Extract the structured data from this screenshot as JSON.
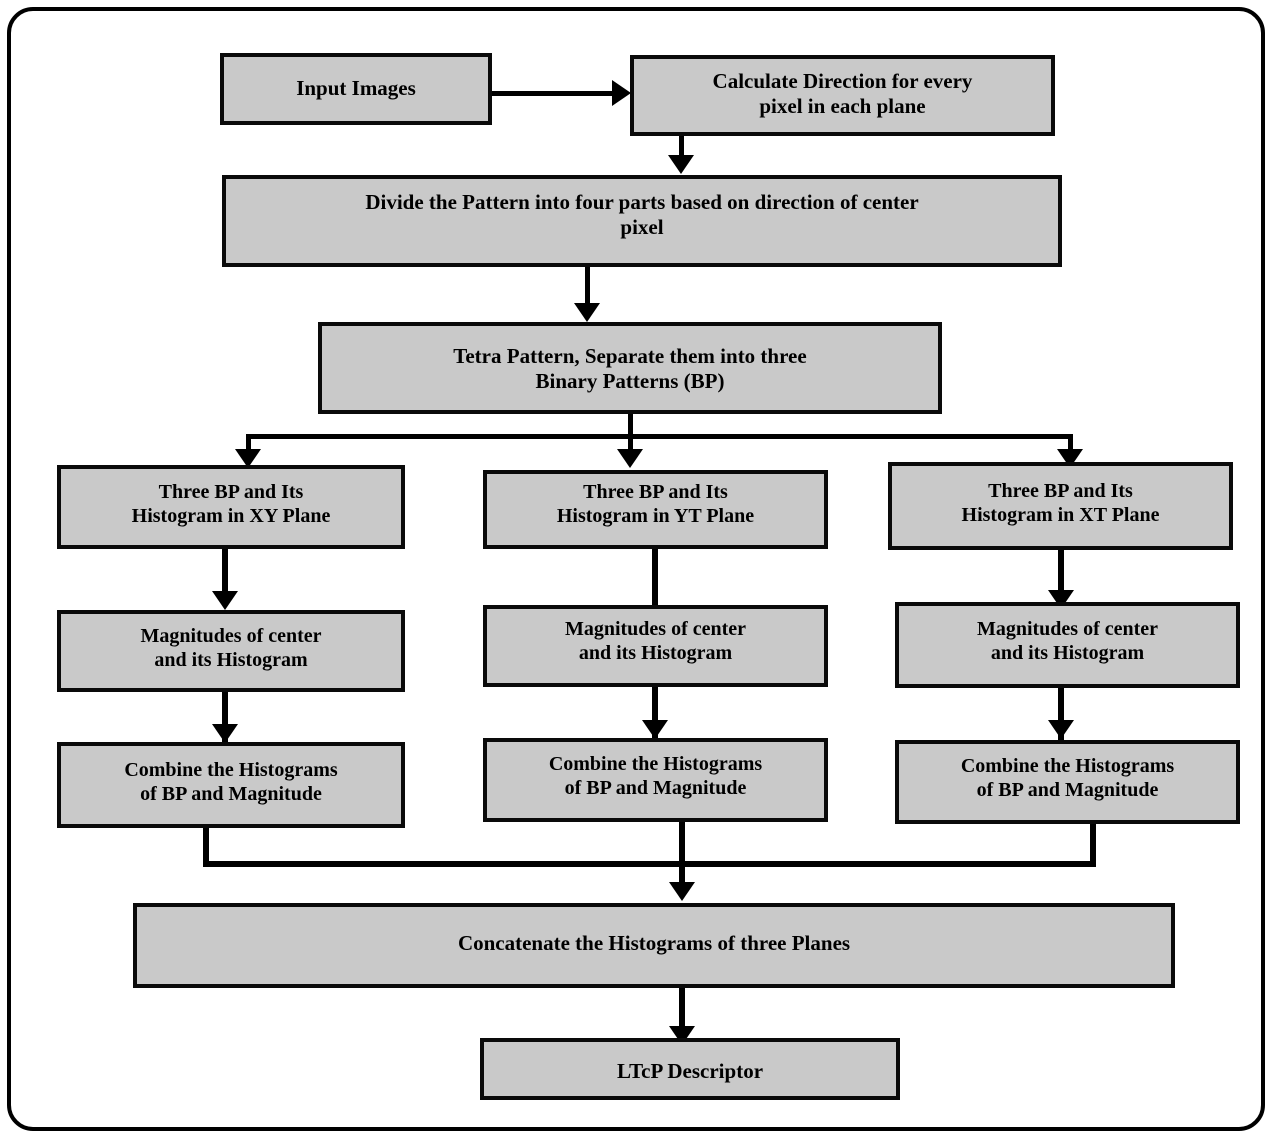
{
  "diagram": {
    "title": "LTcP Descriptor Extraction Flowchart",
    "box_fill_color": "#c9c9c9",
    "box_border_color": "#0a0a0a",
    "frame_color": "#000000",
    "background_color": "#ffffff",
    "nodes": [
      {
        "id": "input-images",
        "label": "Input Images"
      },
      {
        "id": "calculate-direction",
        "label": "Calculate Direction for every\npixel in each plane"
      },
      {
        "id": "divide-pattern",
        "label": "Divide the Pattern into four parts based on direction of center\npixel"
      },
      {
        "id": "tetra-pattern",
        "label": "Tetra Pattern, Separate them into three\nBinary Patterns (BP)"
      },
      {
        "id": "bp-xy",
        "label": "Three BP and Its\nHistogram in XY Plane"
      },
      {
        "id": "bp-yt",
        "label": "Three BP and Its\nHistogram in YT Plane"
      },
      {
        "id": "bp-xt",
        "label": "Three BP and Its\nHistogram in XT Plane"
      },
      {
        "id": "magnitudes-xy",
        "label": "Magnitudes of center\nand its Histogram"
      },
      {
        "id": "magnitudes-yt",
        "label": "Magnitudes of center\nand its Histogram"
      },
      {
        "id": "magnitudes-xt",
        "label": "Magnitudes of center\nand its Histogram"
      },
      {
        "id": "combine-xy",
        "label": "Combine the Histograms\nof BP and Magnitude"
      },
      {
        "id": "combine-yt",
        "label": "Combine the Histograms\nof BP and Magnitude"
      },
      {
        "id": "combine-xt",
        "label": "Combine the Histograms\nof BP and Magnitude"
      },
      {
        "id": "concatenate",
        "label": "Concatenate the Histograms of three Planes"
      },
      {
        "id": "ltcp-descriptor",
        "label": "LTcP Descriptor"
      }
    ]
  }
}
